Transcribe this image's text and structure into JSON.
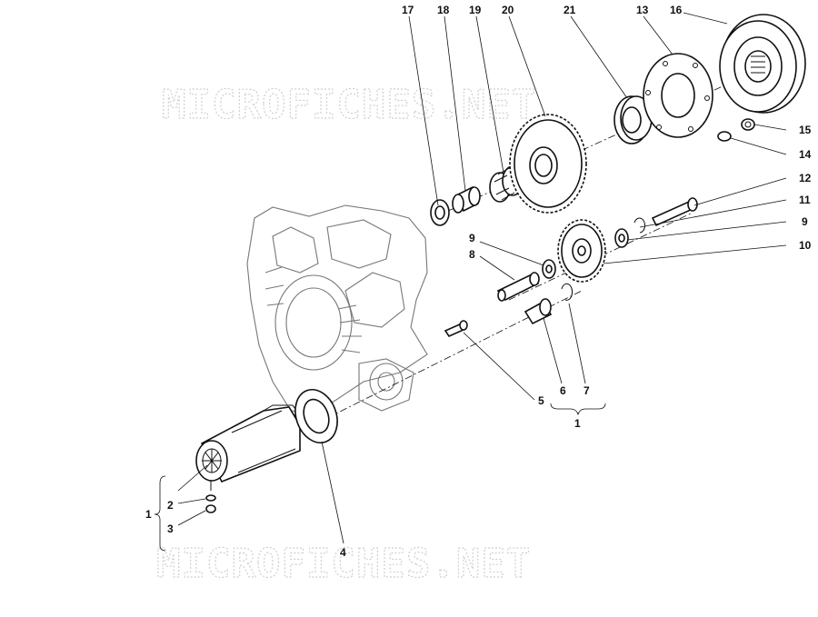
{
  "watermark": {
    "top": "MICROFICHES.NET",
    "bottom": "MICROFICHES.NET"
  },
  "callouts": {
    "c17": "17",
    "c18": "18",
    "c19": "19",
    "c20": "20",
    "c21": "21",
    "c13": "13",
    "c16": "16",
    "c15": "15",
    "c14": "14",
    "c12": "12",
    "c11": "11",
    "c9a": "9",
    "c10": "10",
    "c9b": "9",
    "c8": "8",
    "c5": "5",
    "c6": "6",
    "c7": "7",
    "c1a": "1",
    "c1b": "1",
    "c2": "2",
    "c3": "3",
    "c4": "4"
  }
}
